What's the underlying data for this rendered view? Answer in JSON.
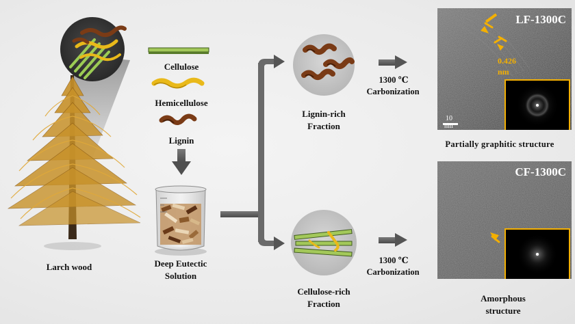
{
  "labels": {
    "larch_wood": "Larch wood",
    "cellulose": "Cellulose",
    "hemicellulose": "Hemicellulose",
    "lignin": "Lignin",
    "des_line1": "Deep Eutectic",
    "des_line2": "Solution",
    "lignin_frac_line1": "Lignin-rich",
    "lignin_frac_line2": "Fraction",
    "cellulose_frac_line1": "Cellulose-rich",
    "cellulose_frac_line2": "Fraction",
    "temp_top": "1300 ℃",
    "carb_top": "Carbonization",
    "temp_bottom": "1300 ℃",
    "carb_bottom": "Carbonization"
  },
  "micrographs": {
    "top": {
      "tag": "LF-1300C",
      "spacing_value": "0.426",
      "spacing_unit": "nm",
      "scale_value": "10",
      "scale_unit": "nm",
      "caption": "Partially graphitic structure"
    },
    "bottom": {
      "tag": "CF-1300C",
      "caption_line1": "Amorphous",
      "caption_line2": "structure"
    }
  },
  "colors": {
    "arrow_gray": "#5f5f5f",
    "accent_orange": "#f4b000",
    "cellulose_green": "#a3c85a",
    "hemicellulose_yellow": "#e9b91a",
    "lignin_brown": "#7a3b16",
    "tree_gold": "#c8922a"
  }
}
